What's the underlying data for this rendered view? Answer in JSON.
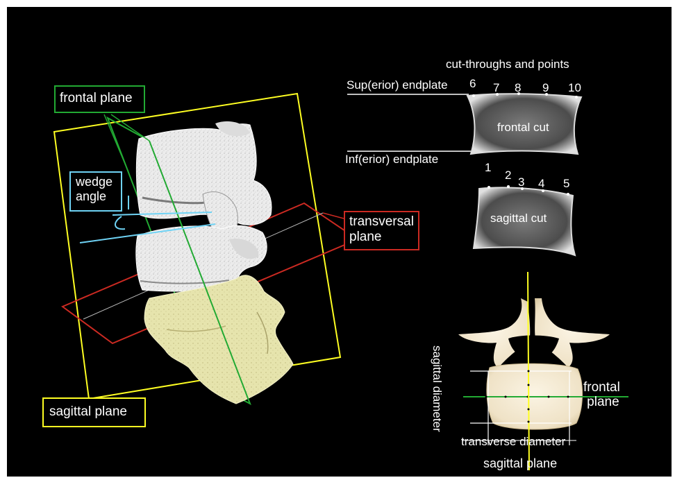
{
  "labels": {
    "frontal_plane_box": "frontal plane",
    "wedge_angle_line1": "wedge",
    "wedge_angle_line2": "angle",
    "transversal_line1": "transversal",
    "transversal_line2": "plane",
    "sagittal_plane_box": "sagittal plane",
    "cut_title": "cut-throughs and points",
    "sup_endplate": "Sup(erior) endplate",
    "inf_endplate": "Inf(erior) endplate",
    "frontal_cut": "frontal cut",
    "sagittal_cut": "sagittal cut",
    "sagittal_diameter": "sagittal diameter",
    "transverse_diameter": "transverse diameter",
    "frontal_plane_right_1": "frontal",
    "frontal_plane_right_2": "plane",
    "sagittal_plane_bottom": "sagittal plane"
  },
  "points": {
    "p1": "1",
    "p2": "2",
    "p3": "3",
    "p4": "4",
    "p5": "5",
    "p6": "6",
    "p7": "7",
    "p8": "8",
    "p9": "9",
    "p10": "10"
  },
  "colors": {
    "background": "#000000",
    "frontal": "#22aa33",
    "wedge": "#6fd3f5",
    "transversal": "#cc2a22",
    "sagittal": "#ffff22",
    "bone": "#e9e9e9",
    "sacrum": "#e8e6b0"
  }
}
